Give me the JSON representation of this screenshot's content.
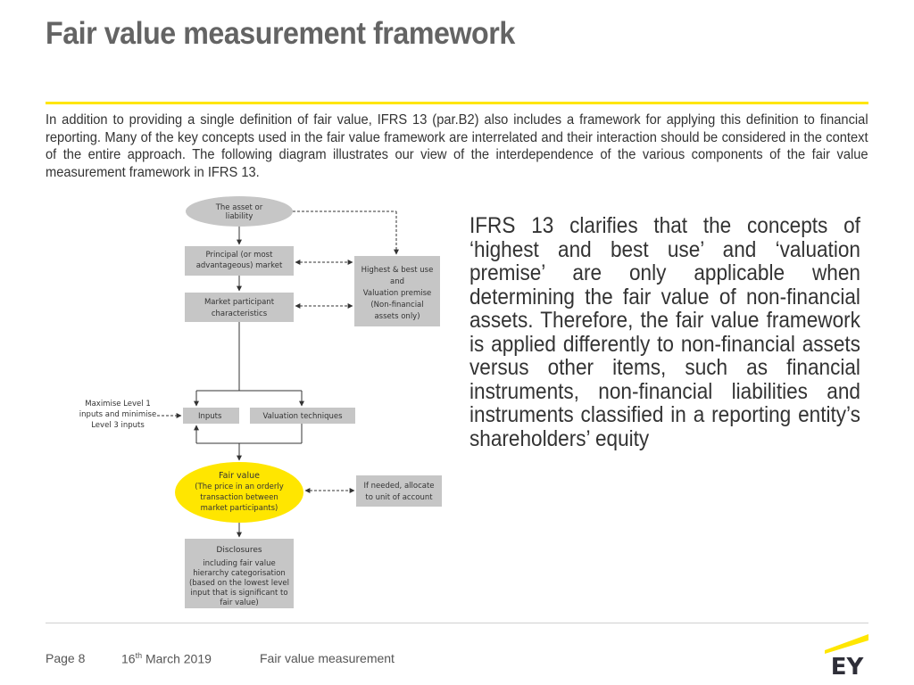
{
  "title": "Fair value measurement framework",
  "intro_text": "In addition to providing a single definition of fair value, IFRS 13 (par.B2) also includes a framework for applying this definition to financial reporting. Many of the key concepts used in the fair value framework are interrelated and their interaction should be considered in the context of the entire approach. The following diagram illustrates our view of the interdependence of the various components of the fair value measurement framework in IFRS 13.",
  "side_text": "IFRS 13 clarifies that the concepts of ‘highest and best use’ and ‘valuation premise’ are only applicable when determining the fair value of non-financial assets. Therefore, the fair value framework is applied differently to non-financial assets versus other items, such as financial instruments, non-financial liabilities and instruments classified in a reporting entity’s shareholders’ equity",
  "diagram": {
    "asset_or_liability": [
      "The asset or",
      "liability"
    ],
    "principal_market": [
      "Principal (or most",
      "advantageous) market"
    ],
    "market_participant": [
      "Market participant",
      "characteristics"
    ],
    "highest_best_use": [
      "Highest & best use",
      "and",
      "Valuation premise",
      "(Non-financial",
      "assets only)"
    ],
    "maximise_note": [
      "Maximise Level 1",
      "inputs and minimise",
      "Level 3 inputs"
    ],
    "inputs": "Inputs",
    "valuation_techniques": "Valuation techniques",
    "fair_value_title": "Fair value",
    "fair_value_desc": [
      "(The price in an orderly",
      "transaction between",
      "market participants)"
    ],
    "allocate": [
      "If needed, allocate",
      "to unit of account"
    ],
    "disclosures_title": "Disclosures",
    "disclosures_desc": [
      "including fair value",
      "hierarchy categorisation",
      "(based on the lowest level",
      "input that is significant to",
      "fair value)"
    ]
  },
  "footer": {
    "page_label": "Page 8",
    "date_day": "16",
    "date_suffix": "th",
    "date_rest": " March 2019",
    "doc_title": "Fair value measurement"
  },
  "logo": {
    "text": "EY"
  },
  "colors": {
    "accent_yellow": "#ffe600",
    "box_gray": "#c6c6c6",
    "title_gray": "#646464",
    "logo_dark": "#2e2e38"
  }
}
